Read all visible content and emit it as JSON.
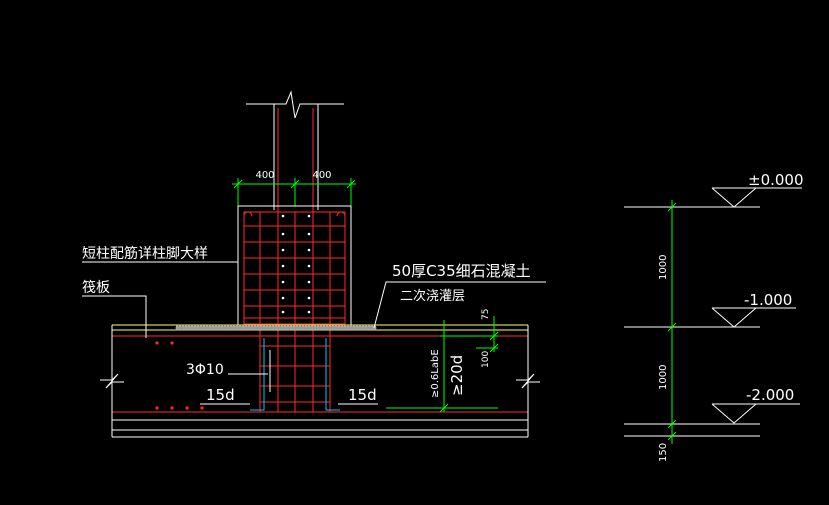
{
  "colors": {
    "background": "#000000",
    "rebar": "#ff2a2a",
    "dimension": "#00ff00",
    "outline": "#ffffff",
    "slab": "#ffff66",
    "stirrup_end": "#00c8ff",
    "grout": "#c8c8c8"
  },
  "section": {
    "dim_left": "400",
    "dim_right": "400",
    "label_column_detail": "短柱配筋详柱脚大样",
    "label_raft": "筏板",
    "label_grout_line1": "50厚C35细石混凝土",
    "label_grout_line2": "二次浇灌层",
    "label_bars": "3Φ10",
    "label_hook_left": "15d",
    "label_hook_right": "15d",
    "dim_75": "75",
    "dim_100": "100",
    "dim_anchor": "≥0.6LabE",
    "dim_20d": "≥20d"
  },
  "elevation": {
    "levels": [
      "±0.000",
      "-1.000",
      "-2.000"
    ],
    "dim_1": "1000",
    "dim_2": "1000",
    "dim_3": "150"
  }
}
